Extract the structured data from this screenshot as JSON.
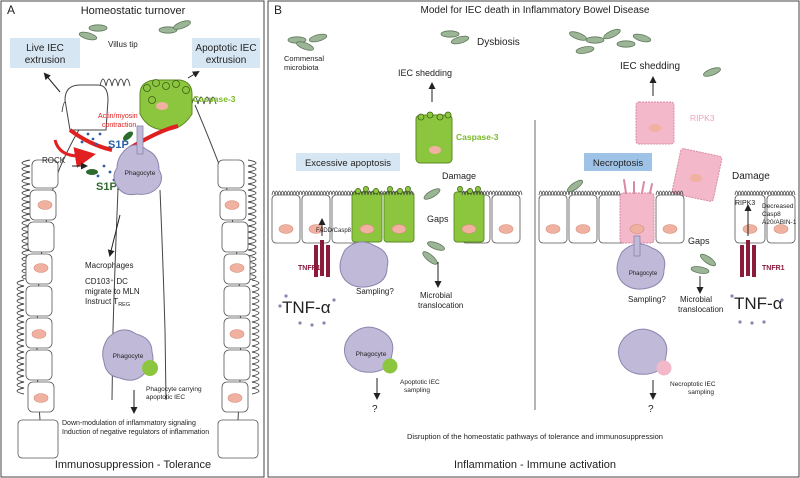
{
  "panel_a": {
    "letter": "A",
    "title": "Homeostatic turnover",
    "box_live": [
      "Live IEC",
      "extrusion"
    ],
    "box_apoptotic": [
      "Apoptotic IEC",
      "extrusion"
    ],
    "villus_tip": "Villus tip",
    "actin": [
      "Actin/myosin",
      "contraction"
    ],
    "caspase3": "Caspase-3",
    "s1p": "S1P",
    "rock": "ROCK",
    "s1p2r": "S1P2R",
    "phagocyte": "Phagocyte",
    "macrophages": "Macrophages",
    "dc_lines": [
      "CD103⁺ DC",
      "migrate to MLN"
    ],
    "instruct": "Instruct T",
    "instruct_sub": "REG",
    "phagocyte_carrying": [
      "Phagocyte carrying",
      "apoptotic IEC"
    ],
    "down_mod": [
      "Down-modulation of inflammatory signaling",
      "Induction of negative regulators of inflammation"
    ],
    "footer": "Immunosuppression - Tolerance"
  },
  "panel_b": {
    "letter": "B",
    "title": "Model for IEC death in Inflammatory Bowel Disease",
    "dysbiosis": "Dysbiosis",
    "commensal": [
      "Commensal",
      "microbiota"
    ],
    "iec_shedding_left": "IEC shedding",
    "iec_shedding_right": "IEC shedding",
    "caspase3": "Caspase-3",
    "ripk3_top": "RIPK3",
    "excessive_apoptosis": "Excessive apoptosis",
    "necroptosis": "Necroptosis",
    "damage_left": "Damage",
    "damage_right": "Damage",
    "fadd_casp8": "FADD/Casp8",
    "ripk3_label": "RIPK3",
    "decreased": [
      "Decreased",
      "Casp8",
      "A20/ABIN-1"
    ],
    "tnfr1_left": "TNFR1",
    "tnfr1_right": "TNFR1",
    "gaps_left": "Gaps",
    "gaps_right": "Gaps",
    "sampling_left": "Sampling?",
    "sampling_right": "Sampling?",
    "phagocyte": "Phagocyte",
    "microbial_translocation": [
      "Microbial",
      "translocation"
    ],
    "tnf_alpha": "TNF-α",
    "apoptotic_sampling": [
      "Apoptotic IEC",
      "sampling"
    ],
    "necroptotic_sampling": [
      "Necroptotic IEC",
      "sampling"
    ],
    "question": "?",
    "disruption": "Disruption of the homeostatic pathways of tolerance and immunosuppression",
    "footer": "Inflammation - Immune activation"
  },
  "colors": {
    "apoptotic_green": "#8cc63f",
    "caspase_green": "#7ab929",
    "necroptotic_pink": "#f3b8c9",
    "ripk3_pink": "#f0a3bc",
    "box_blue": "#d6e6f3",
    "necroptosis_blue": "#9ec3e6",
    "phagocyte_purple": "#c0bad8",
    "tnfr_maroon": "#8b1a3b",
    "nucleus_salmon": "#f0b1a0",
    "bacteria_green": "#93b08e",
    "s1p_blue": "#2a5ea8",
    "actin_red": "#e02020",
    "text_dark": "#222222"
  }
}
